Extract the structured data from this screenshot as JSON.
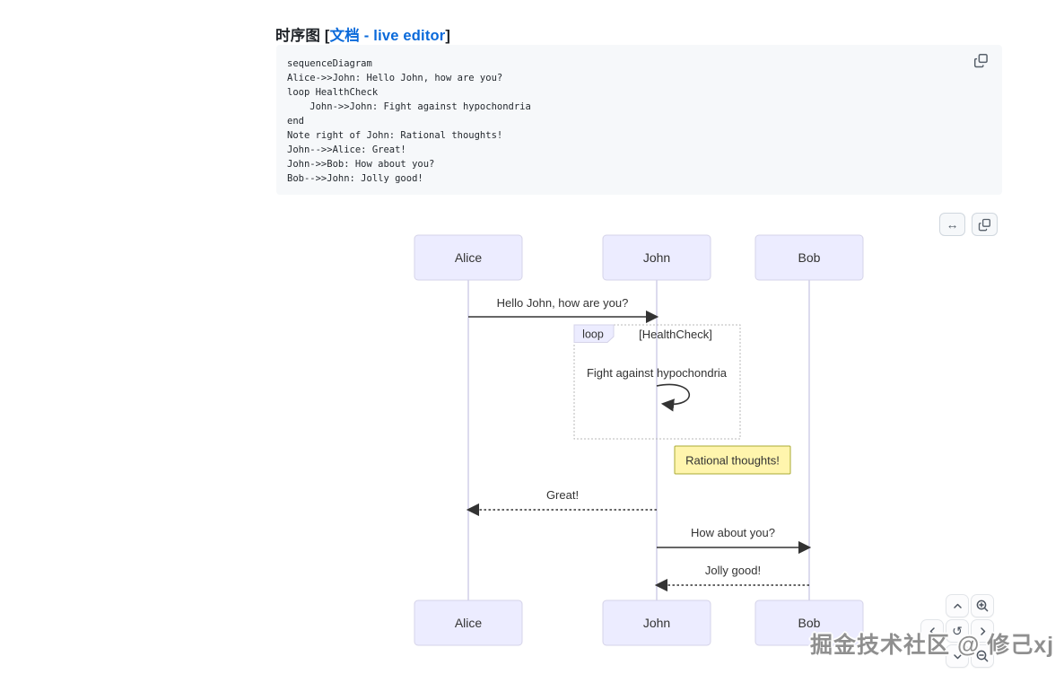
{
  "header": {
    "title": "时序图",
    "bracket_open": "[",
    "doc_link_label": "文档",
    "separator": " - ",
    "live_editor_label": "live editor",
    "bracket_close": "]"
  },
  "code_block": {
    "language": "mermaid",
    "code": "sequenceDiagram\nAlice->>John: Hello John, how are you?\nloop HealthCheck\n    John->>John: Fight against hypochondria\nend\nNote right of John: Rational thoughts!\nJohn-->>Alice: Great!\nJohn->>Bob: How about you?\nBob-->>John: Jolly good!"
  },
  "toolbar": {
    "expand_glyph": "↔"
  },
  "diagram": {
    "type": "sequence",
    "actors": {
      "alice": "Alice",
      "john": "John",
      "bob": "Bob"
    },
    "messages": [
      {
        "from": "Alice",
        "to": "John",
        "text": "Hello John, how are you?",
        "line": "solid"
      },
      {
        "from": "John",
        "to": "John",
        "text": "Fight against hypochondria",
        "line": "solid-self"
      },
      {
        "from": "John",
        "to": "Alice",
        "text": "Great!",
        "line": "dashed"
      },
      {
        "from": "John",
        "to": "Bob",
        "text": "How about you?",
        "line": "solid"
      },
      {
        "from": "Bob",
        "to": "John",
        "text": "Jolly good!",
        "line": "dashed"
      }
    ],
    "loop": {
      "label": "loop",
      "condition": "[HealthCheck]"
    },
    "note": {
      "text": "Rational thoughts!",
      "position": "right of John"
    }
  },
  "pan_zoom": {
    "reset_glyph": "↺"
  },
  "icons": {
    "copy": "two-overlapping-squares",
    "expand_horizontal": "left-right-arrow",
    "pan": "chevrons",
    "zoom_in": "magnifier-plus",
    "zoom_out": "magnifier-minus"
  },
  "watermark": {
    "text": "掘金技术社区 @ 修己xj"
  },
  "colors": {
    "link": "#0969da",
    "code_bg": "#f6f8fa",
    "actor_fill": "#ECECFF",
    "actor_border": "#d5d3e8",
    "note_fill": "#fff5ad",
    "note_border": "#aaaa33",
    "lifeline": "#b9b7dd",
    "arrow": "#333333"
  }
}
